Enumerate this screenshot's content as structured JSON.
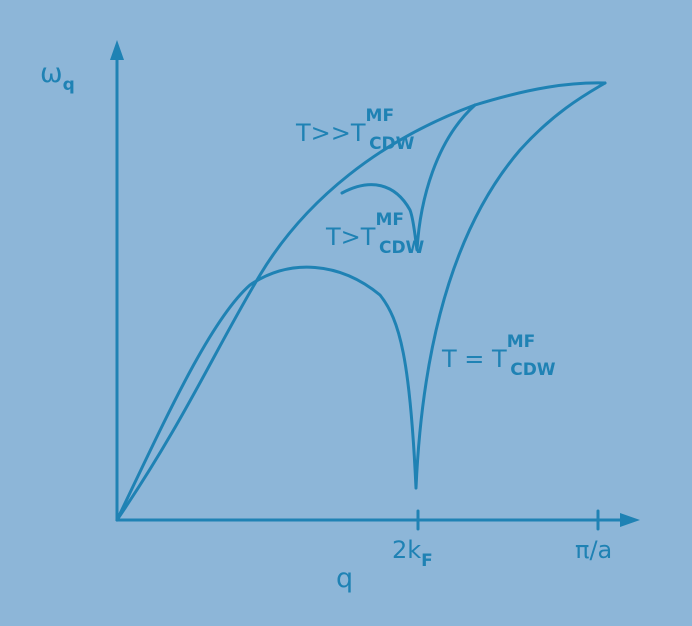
{
  "diagram": {
    "axes": {
      "y_label": {
        "symbol": "ω",
        "sub": "q"
      },
      "x_label": "q",
      "x_ticks": [
        {
          "main": "2k",
          "sub": "F"
        },
        {
          "main": "π/a",
          "sub": ""
        }
      ]
    },
    "curves": [
      {
        "id": "t-much-greater",
        "label": {
          "main": "T>>T",
          "sup": "MF",
          "sub": "CDW"
        }
      },
      {
        "id": "t-greater",
        "label": {
          "main": "T>T",
          "sup": "MF",
          "sub": "CDW"
        }
      },
      {
        "id": "t-equal",
        "label": {
          "main": "T = T",
          "sup": "MF",
          "sub": "CDW"
        }
      }
    ],
    "colors": {
      "background": "#8db6d8",
      "ink": "#1f82b4"
    }
  }
}
